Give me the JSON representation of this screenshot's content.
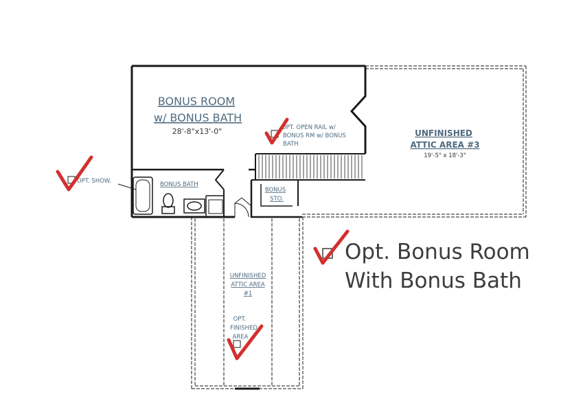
{
  "rooms": {
    "bonus_room": {
      "title_line1": "BONUS ROOM",
      "title_line2": "w/ BONUS BATH",
      "dims": "28'-8\"x13'-0\""
    },
    "open_rail": {
      "line1": "OPT. OPEN RAIL  w/",
      "line2": "BONUS RM w/ BONUS",
      "line3": "BATH"
    },
    "attic3": {
      "line1": "UNFINISHED",
      "line2": "ATTIC AREA #3",
      "dims": "19'-5\" x 18'-3\""
    },
    "opt_shower": {
      "label": "OPT.  SHOW."
    },
    "bonus_bath": {
      "label": "BONUS BATH"
    },
    "bonus_sto": {
      "line1": "BONUS",
      "line2": "STO."
    },
    "attic1": {
      "line1": "UNFINISHED",
      "line2": "ATTIC AREA",
      "line3": "#1"
    },
    "opt_finished": {
      "line1": "OPT.",
      "line2": "FINISHED",
      "line3": "AREA"
    }
  },
  "callout": {
    "line1": "Opt. Bonus Room",
    "line2": "With Bonus Bath"
  },
  "colors": {
    "check": "#d32f2f",
    "wall": "#1a1a1a",
    "label": "#4f6b80",
    "callout_text": "#3d3d3d"
  }
}
